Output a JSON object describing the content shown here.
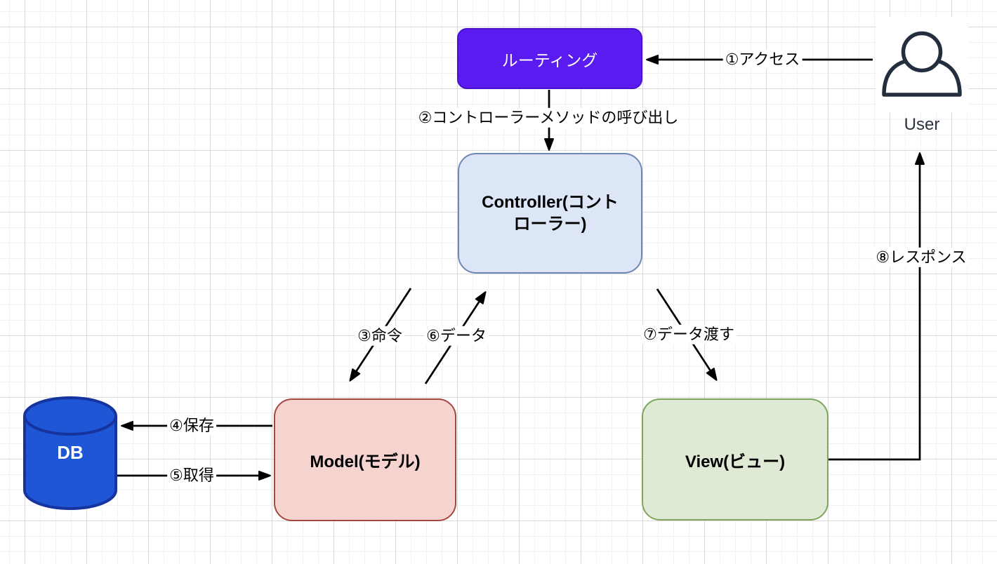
{
  "diagram": {
    "type": "flow-diagram",
    "nodes": {
      "routing": {
        "label": "ルーティング",
        "fill": "#5a1bf0",
        "stroke": "#4a12cc",
        "text_color": "#ffffff"
      },
      "controller": {
        "label": "Controller(コントローラー)",
        "fill": "#dce6f7",
        "stroke": "#6e88b5",
        "text_color": "#000000"
      },
      "model": {
        "label": "Model(モデル)",
        "fill": "#f5d3cf",
        "stroke": "#a5473f",
        "text_color": "#000000"
      },
      "view": {
        "label": "View(ビュー)",
        "fill": "#dfead5",
        "stroke": "#7fa45c",
        "text_color": "#000000"
      },
      "db": {
        "label": "DB",
        "fill": "#1e56d6",
        "stroke": "#16339e",
        "text_color": "#ffffff"
      },
      "user": {
        "label": "User",
        "icon": "person-icon",
        "stroke": "#232f3e"
      }
    },
    "edges": {
      "e1": {
        "label": "①アクセス",
        "from": "User",
        "to": "ルーティング"
      },
      "e2": {
        "label": "②コントローラーメソッドの呼び出し",
        "from": "ルーティング",
        "to": "Controller"
      },
      "e3": {
        "label": "③命令",
        "from": "Controller",
        "to": "Model"
      },
      "e4": {
        "label": "④保存",
        "from": "Model",
        "to": "DB"
      },
      "e5": {
        "label": "⑤取得",
        "from": "DB",
        "to": "Model"
      },
      "e6": {
        "label": "⑥データ",
        "from": "Model",
        "to": "Controller"
      },
      "e7": {
        "label": "⑦データ渡す",
        "from": "Controller",
        "to": "View"
      },
      "e8": {
        "label": "⑧レスポンス",
        "from": "View",
        "to": "User"
      }
    },
    "canvas": {
      "grid_minor_color": "#f2f2f4",
      "grid_major_color": "#d9d9d9",
      "edge_color": "#000000"
    }
  }
}
